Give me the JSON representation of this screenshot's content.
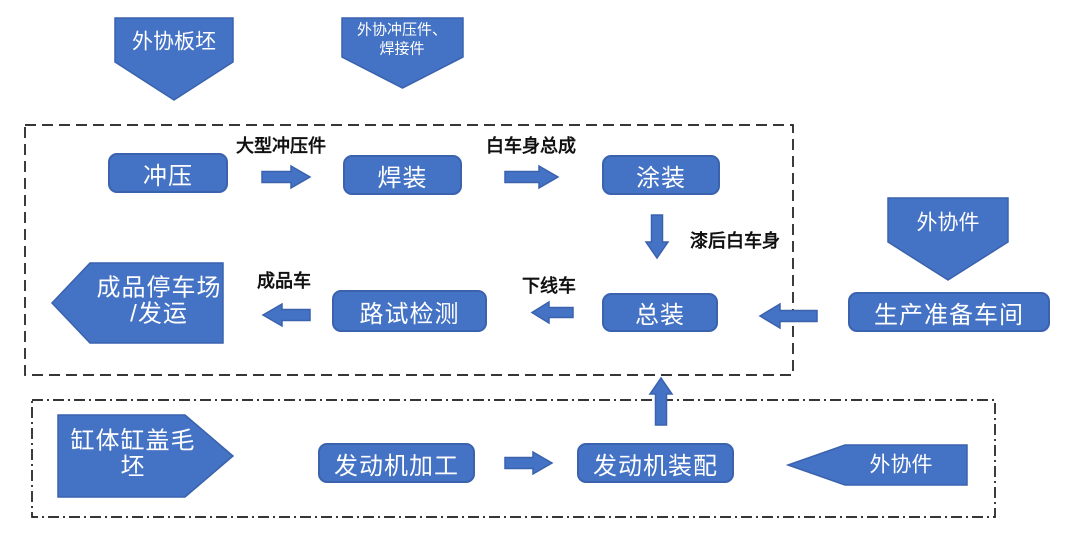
{
  "colors": {
    "shape_fill": "#4472C4",
    "shape_border": "#3A62AD",
    "shape_text": "#FFFFFF",
    "label_text": "#111111"
  },
  "inputs": {
    "plate_blank": "外协板坯",
    "stamping_welding_parts_line1": "外协冲压件、",
    "stamping_welding_parts_line2": "焊接件",
    "outsourced_parts_top": "外协件",
    "outsourced_parts_bottom": "外协件",
    "cylinder_blank_line1": "缸体缸盖毛",
    "cylinder_blank_line2": "坯"
  },
  "processes": {
    "stamping": "冲压",
    "welding": "焊装",
    "painting": "涂装",
    "final_assembly": "总装",
    "road_test": "路试检测",
    "production_prep": "生产准备车间",
    "engine_machining": "发动机加工",
    "engine_assembly": "发动机装配"
  },
  "output": {
    "parking_shipping_line1": "成品停车场",
    "parking_shipping_line2": "/发运"
  },
  "flow_labels": {
    "large_stampings": "大型冲压件",
    "biw_assembly": "白车身总成",
    "painted_body": "漆后白车身",
    "offline_car": "下线车",
    "finished_car": "成品车"
  }
}
